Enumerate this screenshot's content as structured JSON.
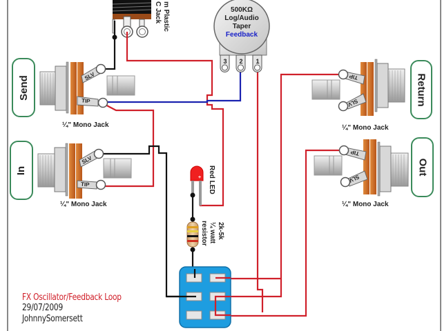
{
  "diagram": {
    "title": "FX Oscillator/Feedback Loop",
    "date": "29/07/2009",
    "author": "JohnnySomersett",
    "colors": {
      "wire_red": "#d0202a",
      "wire_blue": "#1a22b0",
      "wire_black": "#111111",
      "label_border": "#3a8a5a",
      "switch_body": "#1e9de0",
      "jack_nut": "#d9742a",
      "title_red": "#d0202a"
    },
    "io_labels": {
      "send": "Send",
      "in": "In",
      "return": "Return",
      "out": "Out"
    },
    "jacks": [
      {
        "id": "send",
        "caption": "¼\" Mono Jack",
        "lugs": [
          "SLV",
          "TIP"
        ]
      },
      {
        "id": "in",
        "caption": "¼\" Mono Jack",
        "lugs": [
          "SLV",
          "TIP"
        ]
      },
      {
        "id": "return",
        "caption": "¼\" Mono Jack",
        "lugs": [
          "TIP",
          "SLV"
        ]
      },
      {
        "id": "out",
        "caption": "¼\" Mono Jack",
        "lugs": [
          "TIP",
          "SLV"
        ]
      }
    ],
    "dc_jack": {
      "label_line1": "m Plastic",
      "label_line2": "C Jack"
    },
    "pot": {
      "value": "500KΩ",
      "line2": "Log/Audio",
      "line3": "Taper",
      "name": "Feedback",
      "lugs": [
        "3",
        "2",
        "1"
      ]
    },
    "led": {
      "label": "Red LED",
      "polarity": "+"
    },
    "resistor": {
      "line1": "2k-5k",
      "line2": "¼ watt",
      "line3": "resistor"
    }
  }
}
